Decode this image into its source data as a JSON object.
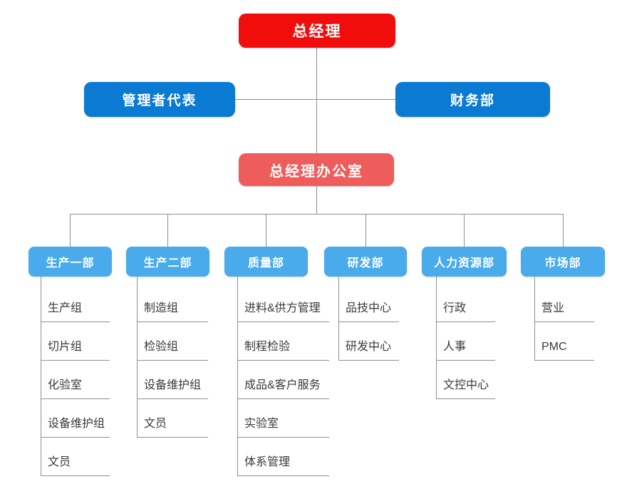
{
  "org": {
    "root": {
      "label": "总经理"
    },
    "management_rep": {
      "label": "管理者代表"
    },
    "finance": {
      "label": "财务部"
    },
    "office": {
      "label": "总经理办公室"
    },
    "departments": [
      {
        "label": "生产一部",
        "children": [
          "生产组",
          "切片组",
          "化验室",
          "设备维护组",
          "文员"
        ]
      },
      {
        "label": "生产二部",
        "children": [
          "制造组",
          "检验组",
          "设备维护组",
          "文员"
        ]
      },
      {
        "label": "质量部",
        "children": [
          "进料&供方管理",
          "制程检验",
          "成品&客户服务",
          "实验室",
          "体系管理"
        ]
      },
      {
        "label": "研发部",
        "children": [
          "品技中心",
          "研发中心"
        ]
      },
      {
        "label": "人力资源部",
        "children": [
          "行政",
          "人事",
          "文控中心"
        ]
      },
      {
        "label": "市场部",
        "children": [
          "营业",
          "PMC"
        ]
      }
    ]
  },
  "colors": {
    "root_red": "#f20d0d",
    "level2_blue": "#0b7ad2",
    "office_red": "#ef5c5c",
    "dept_blue": "#49aaec",
    "line_gray": "#8f8f8f",
    "item_text": "#3a3a3a"
  }
}
